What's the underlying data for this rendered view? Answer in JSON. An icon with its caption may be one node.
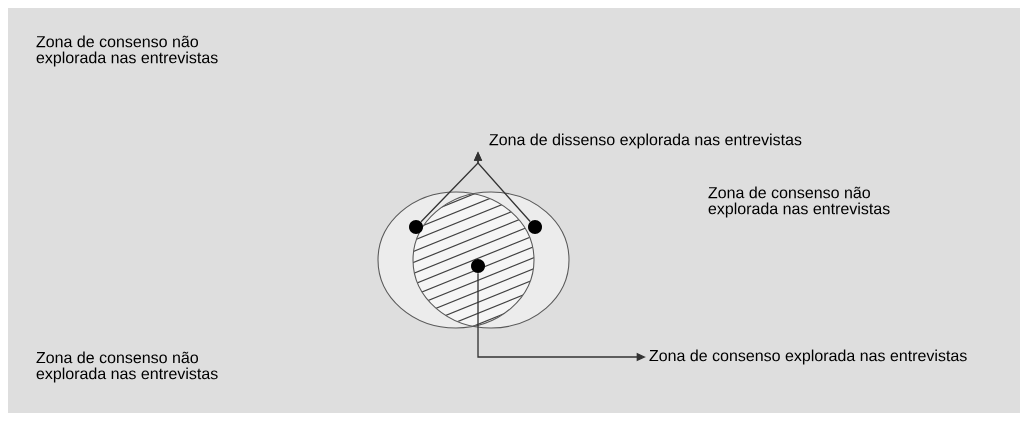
{
  "diagram": {
    "nodes": [
      {
        "text": [
          "Zona de consenso não explorada nas entrevistas"
        ]
      },
      {
        "text": [
          "Zona de dissenso explorada nas entrevistas"
        ]
      },
      {
        "text": [
          "Zona de consenso não explorada nas entrevistas"
        ]
      },
      {
        "text": [
          "Zona de consenso não explorada nas entrevistas"
        ]
      },
      {
        "text": [
          "Zona de consenso explorada nas entrevistas"
        ]
      },
      {
        "text": [],
        "shape": "circle"
      },
      {
        "text": [],
        "shape": "circle"
      },
      {
        "text": [],
        "shape": "circle"
      }
    ],
    "edges": [
      {
        "from": 5,
        "to": 1,
        "arrow": "to"
      },
      {
        "from": 6,
        "to": 1,
        "arrow": "to"
      },
      {
        "from": 7,
        "to": 4,
        "arrow": "to"
      }
    ]
  }
}
